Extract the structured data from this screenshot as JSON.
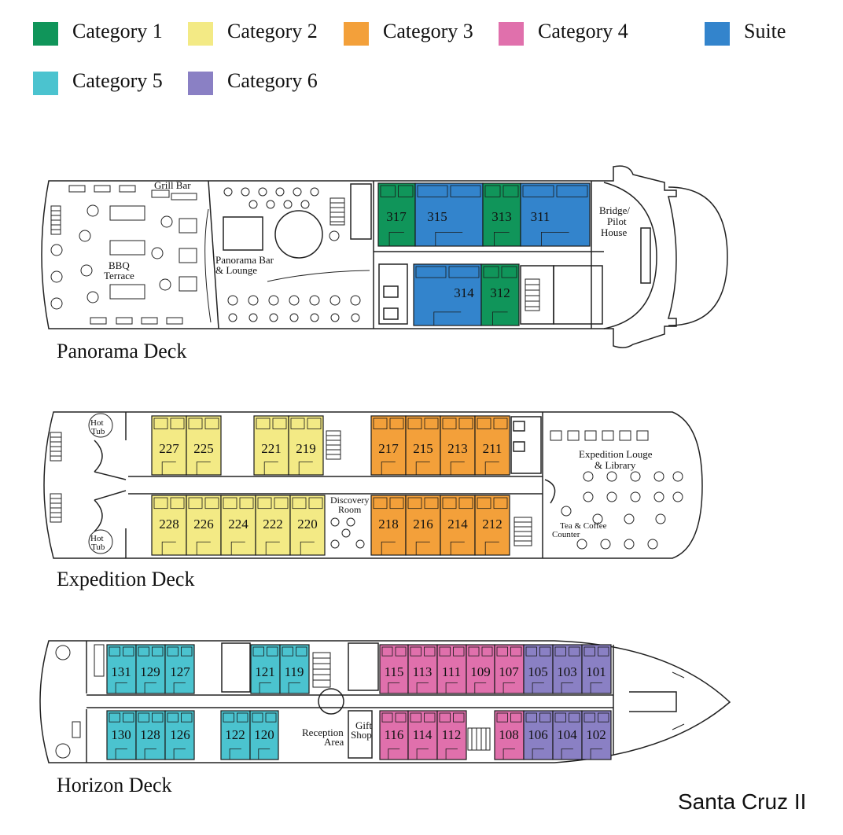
{
  "legend": [
    {
      "label": "Category 1",
      "color": "#10955a"
    },
    {
      "label": "Category 2",
      "color": "#f3ea85"
    },
    {
      "label": "Category 3",
      "color": "#f3a03a"
    },
    {
      "label": "Category 4",
      "color": "#e070ac"
    },
    {
      "label": "Suite",
      "color": "#3384cc"
    },
    {
      "label": "Category 5",
      "color": "#4bc3cf"
    },
    {
      "label": "Category 6",
      "color": "#8a80c4"
    }
  ],
  "decks": {
    "panorama": {
      "caption": "Panorama Deck",
      "labels": {
        "grill_bar": "Grill Bar",
        "bbq_1": "BBQ",
        "bbq_2": "Terrace",
        "panorama_1": "Panorama Bar",
        "panorama_2": "& Lounge",
        "bridge_1": "Bridge/",
        "bridge_2": "Pilot",
        "bridge_3": "House"
      },
      "cabins": [
        {
          "num": "317",
          "cat": "Category 1"
        },
        {
          "num": "315",
          "cat": "Suite"
        },
        {
          "num": "313",
          "cat": "Category 1"
        },
        {
          "num": "311",
          "cat": "Suite"
        },
        {
          "num": "314",
          "cat": "Suite"
        },
        {
          "num": "312",
          "cat": "Category 1"
        }
      ]
    },
    "expedition": {
      "caption": "Expedition Deck",
      "labels": {
        "hot_tub_1": "Hot",
        "hot_tub_2": "Tub",
        "discovery_1": "Discovery",
        "discovery_2": "Room",
        "lounge_1": "Expedition Louge",
        "lounge_2": "& Library",
        "tea_1": "Tea & Coffee",
        "tea_2": "Counter"
      },
      "cabins": [
        {
          "num": "227",
          "cat": "Category 2"
        },
        {
          "num": "225",
          "cat": "Category 2"
        },
        {
          "num": "221",
          "cat": "Category 2"
        },
        {
          "num": "219",
          "cat": "Category 2"
        },
        {
          "num": "217",
          "cat": "Category 3"
        },
        {
          "num": "215",
          "cat": "Category 3"
        },
        {
          "num": "213",
          "cat": "Category 3"
        },
        {
          "num": "211",
          "cat": "Category 3"
        },
        {
          "num": "228",
          "cat": "Category 2"
        },
        {
          "num": "226",
          "cat": "Category 2"
        },
        {
          "num": "224",
          "cat": "Category 2"
        },
        {
          "num": "222",
          "cat": "Category 2"
        },
        {
          "num": "220",
          "cat": "Category 2"
        },
        {
          "num": "218",
          "cat": "Category 3"
        },
        {
          "num": "216",
          "cat": "Category 3"
        },
        {
          "num": "214",
          "cat": "Category 3"
        },
        {
          "num": "212",
          "cat": "Category 3"
        }
      ]
    },
    "horizon": {
      "caption": "Horizon Deck",
      "labels": {
        "reception_1": "Reception",
        "reception_2": "Area",
        "gift_1": "Gift",
        "gift_2": "Shop"
      },
      "cabins": [
        {
          "num": "131",
          "cat": "Category 5"
        },
        {
          "num": "129",
          "cat": "Category 5"
        },
        {
          "num": "127",
          "cat": "Category 5"
        },
        {
          "num": "121",
          "cat": "Category 5"
        },
        {
          "num": "119",
          "cat": "Category 5"
        },
        {
          "num": "115",
          "cat": "Category 4"
        },
        {
          "num": "113",
          "cat": "Category 4"
        },
        {
          "num": "111",
          "cat": "Category 4"
        },
        {
          "num": "109",
          "cat": "Category 4"
        },
        {
          "num": "107",
          "cat": "Category 4"
        },
        {
          "num": "105",
          "cat": "Category 6"
        },
        {
          "num": "103",
          "cat": "Category 6"
        },
        {
          "num": "101",
          "cat": "Category 6"
        },
        {
          "num": "130",
          "cat": "Category 5"
        },
        {
          "num": "128",
          "cat": "Category 5"
        },
        {
          "num": "126",
          "cat": "Category 5"
        },
        {
          "num": "122",
          "cat": "Category 5"
        },
        {
          "num": "120",
          "cat": "Category 5"
        },
        {
          "num": "116",
          "cat": "Category 4"
        },
        {
          "num": "114",
          "cat": "Category 4"
        },
        {
          "num": "112",
          "cat": "Category 4"
        },
        {
          "num": "108",
          "cat": "Category 4"
        },
        {
          "num": "106",
          "cat": "Category 6"
        },
        {
          "num": "104",
          "cat": "Category 6"
        },
        {
          "num": "102",
          "cat": "Category 6"
        }
      ]
    }
  },
  "ship_name": "Santa Cruz II"
}
